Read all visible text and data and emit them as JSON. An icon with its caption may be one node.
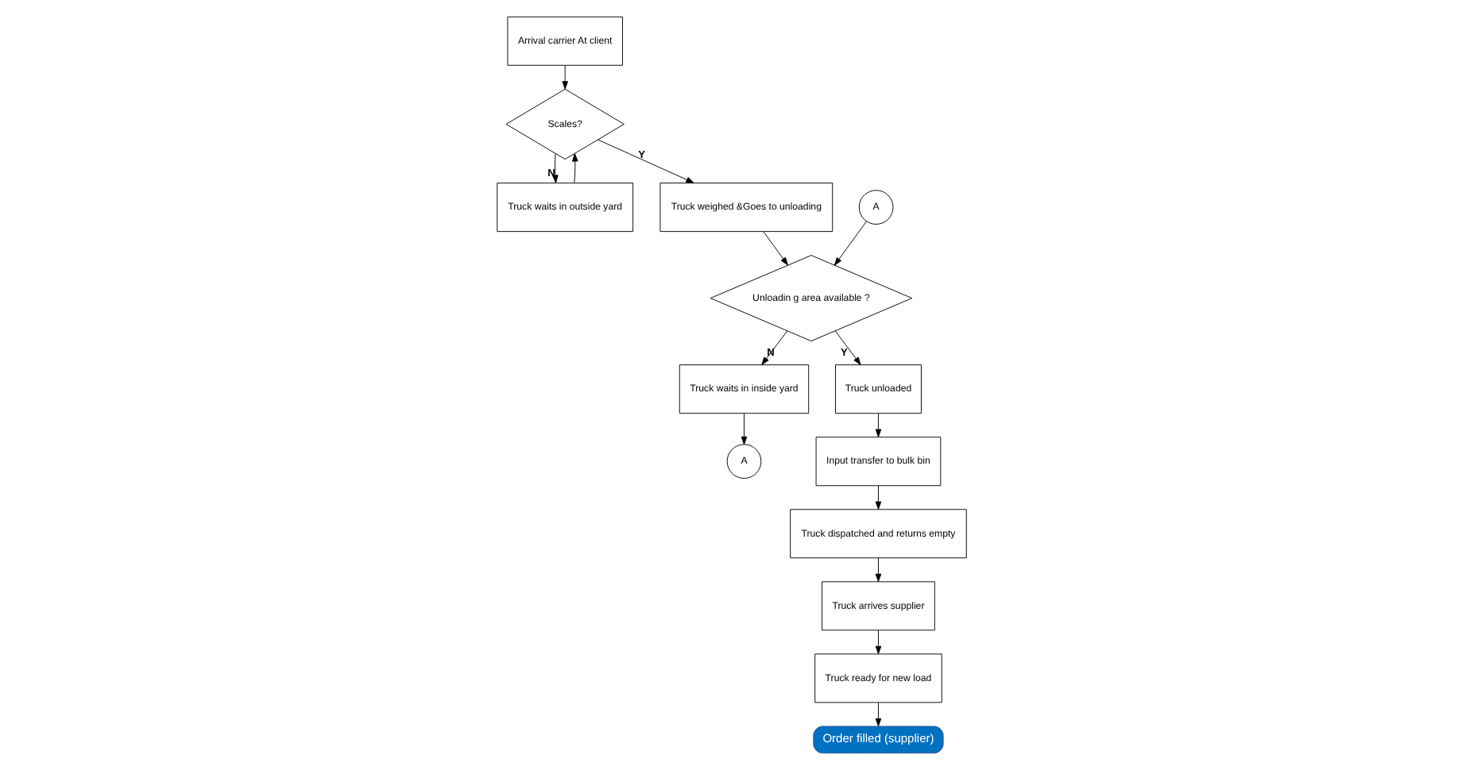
{
  "diagram": {
    "nodes": [
      {
        "text": [
          "Arrival carrier At client"
        ]
      },
      {
        "text": [
          "Scales?"
        ]
      },
      {
        "text": [
          "Truck waits in outside yard"
        ]
      },
      {
        "text": [
          "Truck weighed &Goes to unloading"
        ]
      },
      {
        "text": [
          "A"
        ]
      },
      {
        "text": [
          "Unloadin g area available ?"
        ]
      },
      {
        "text": [
          "Truck waits in inside yard"
        ]
      },
      {
        "text": [
          "A"
        ]
      },
      {
        "text": [
          "Truck unloaded"
        ]
      },
      {
        "text": [
          "Input transfer to bulk bin"
        ]
      },
      {
        "text": [
          "Truck dispatched and returns empty"
        ]
      },
      {
        "text": [
          "Truck arrives supplier"
        ]
      },
      {
        "text": [
          "Truck ready for new load"
        ]
      },
      {
        "text": [
          "Order filled (supplier)"
        ]
      }
    ],
    "edges": [
      {
        "from": 0,
        "to": 1,
        "arrow": "to"
      },
      {
        "from": 1,
        "to": 3,
        "arrow": "to",
        "label": "Y"
      },
      {
        "from": 1,
        "to": 2,
        "arrow": "to",
        "label": "N"
      },
      {
        "from": 2,
        "to": 1,
        "arrow": "to"
      },
      {
        "from": 3,
        "to": 5,
        "arrow": "to"
      },
      {
        "from": 4,
        "to": 5,
        "arrow": "to"
      },
      {
        "from": 5,
        "to": 8,
        "arrow": "to",
        "label": "Y"
      },
      {
        "from": 5,
        "to": 6,
        "arrow": "to",
        "label": "N"
      },
      {
        "from": 6,
        "to": 7,
        "arrow": "to"
      },
      {
        "from": 8,
        "to": 9,
        "arrow": "to"
      },
      {
        "from": 9,
        "to": 10,
        "arrow": "to"
      },
      {
        "from": 10,
        "to": 11,
        "arrow": "to"
      },
      {
        "from": 11,
        "to": 12,
        "arrow": "to"
      },
      {
        "from": 12,
        "to": 13,
        "arrow": "to"
      }
    ]
  }
}
